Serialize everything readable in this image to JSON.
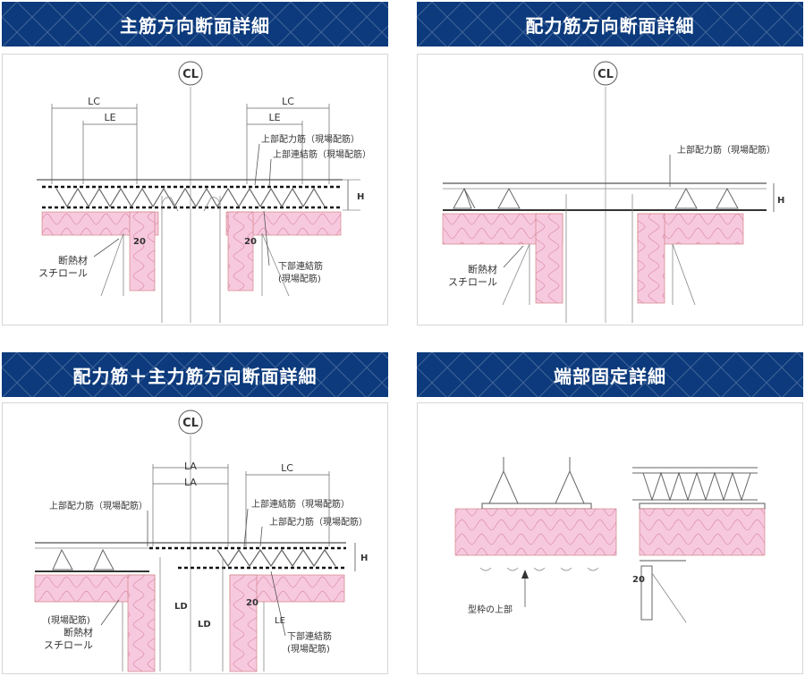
{
  "panels": [
    {
      "title": "主筋方向断面詳細",
      "labels": {
        "center": "CL",
        "lc_left": "LC",
        "le_left": "LE",
        "lc_right": "LC",
        "le_right": "LE",
        "upper_dist": "上部配力筋（現場配筋）",
        "upper_link": "上部連結筋（現場配筋）",
        "h": "H",
        "dim20_left": "20",
        "dim20_right": "20",
        "insul_1": "断熱材",
        "insul_2": "スチロール",
        "lower_link_1": "下部連結筋",
        "lower_link_2": "(現場配筋)"
      }
    },
    {
      "title": "配力筋方向断面詳細",
      "labels": {
        "center": "CL",
        "upper_dist": "上部配力筋（現場配筋）",
        "h": "H",
        "insul_1": "断熱材",
        "insul_2": "スチロール"
      }
    },
    {
      "title": "配力筋＋主力筋方向断面詳細",
      "labels": {
        "center": "CL",
        "la_top": "LA",
        "la": "LA",
        "lc": "LC",
        "upper_dist_left": "上部配力筋（現場配筋）",
        "upper_link": "上部連結筋（現場配筋）",
        "upper_dist_right": "上部配力筋（現場配筋）",
        "h": "H",
        "ld_1": "LD",
        "ld_2": "LD",
        "dim20": "20",
        "le": "LE",
        "field_1": "(現場配筋)",
        "insul_1": "断熱材",
        "insul_2": "スチロール",
        "lower_link_1": "下部連結筋",
        "lower_link_2": "(現場配筋)"
      }
    },
    {
      "title": "端部固定詳細",
      "labels": {
        "formwork": "型枠の上部",
        "dim20": "20"
      }
    }
  ],
  "colors": {
    "header_bg": "#0c3a7c",
    "insulation": "#f7c9de",
    "insulation_line": "#d98aa8",
    "line": "#555555"
  }
}
